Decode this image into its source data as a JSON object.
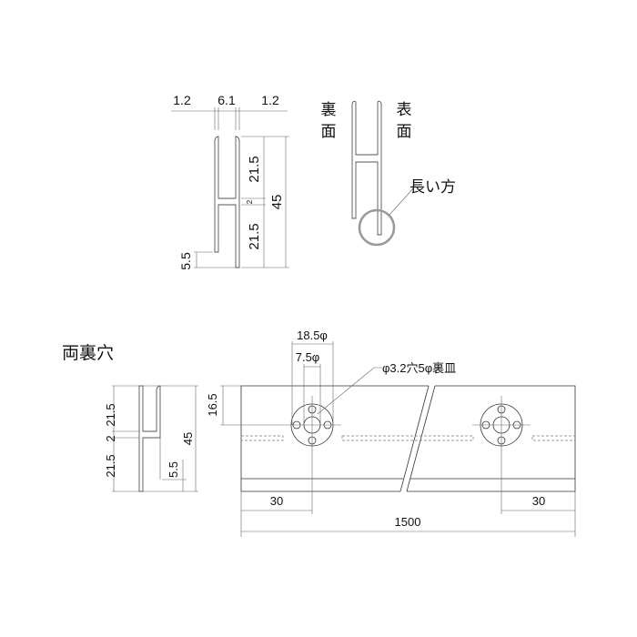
{
  "profile_top": {
    "dims": {
      "left_thickness": "1.2",
      "gap": "6.1",
      "right_thickness": "1.2",
      "upper": "21.5",
      "middle": "2",
      "lower": "21.5",
      "total": "45",
      "offset": "5.5"
    }
  },
  "orientation": {
    "back_label": "裏面",
    "front_label": "表面",
    "long_side_label": "長い方",
    "highlight_color": "#999999"
  },
  "bottom": {
    "title": "両裏穴",
    "side_dims": {
      "upper": "21.5",
      "middle": "2",
      "lower": "21.5",
      "total": "45",
      "offset": "5.5"
    },
    "hole_dims": {
      "outer": "18.5φ",
      "inner": "7.5φ",
      "hole_note": "φ3.2穴5φ裏皿",
      "height": "16.5",
      "left_edge": "30",
      "right_edge": "30",
      "length": "1500"
    }
  }
}
